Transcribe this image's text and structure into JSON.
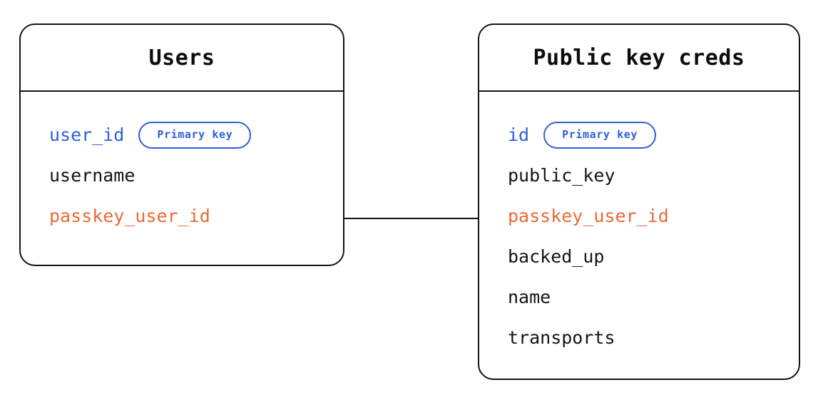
{
  "diagram": {
    "type": "entity-relationship",
    "background_color": "#ffffff",
    "stroke_color": "#141414",
    "accent_colors": {
      "primary_key": "#2f5fd8",
      "foreign_key": "#ea6a34",
      "text": "#141414"
    }
  },
  "entities": [
    {
      "id": "users",
      "title": "Users",
      "fields": [
        {
          "name": "user_id",
          "role": "pk",
          "badge": "Primary key"
        },
        {
          "name": "username",
          "role": "plain",
          "badge": null
        },
        {
          "name": "passkey_user_id",
          "role": "fk",
          "badge": null
        }
      ]
    },
    {
      "id": "public-key-creds",
      "title": "Public key creds",
      "fields": [
        {
          "name": "id",
          "role": "pk",
          "badge": "Primary key"
        },
        {
          "name": "public_key",
          "role": "plain",
          "badge": null
        },
        {
          "name": "passkey_user_id",
          "role": "fk",
          "badge": null
        },
        {
          "name": "backed_up",
          "role": "plain",
          "badge": null
        },
        {
          "name": "name",
          "role": "plain",
          "badge": null
        },
        {
          "name": "transports",
          "role": "plain",
          "badge": null
        }
      ]
    }
  ],
  "relationships": [
    {
      "id": "users-to-creds",
      "from_entity": "users",
      "from_field": "passkey_user_id",
      "to_entity": "public-key-creds",
      "to_field": "passkey_user_id"
    }
  ]
}
